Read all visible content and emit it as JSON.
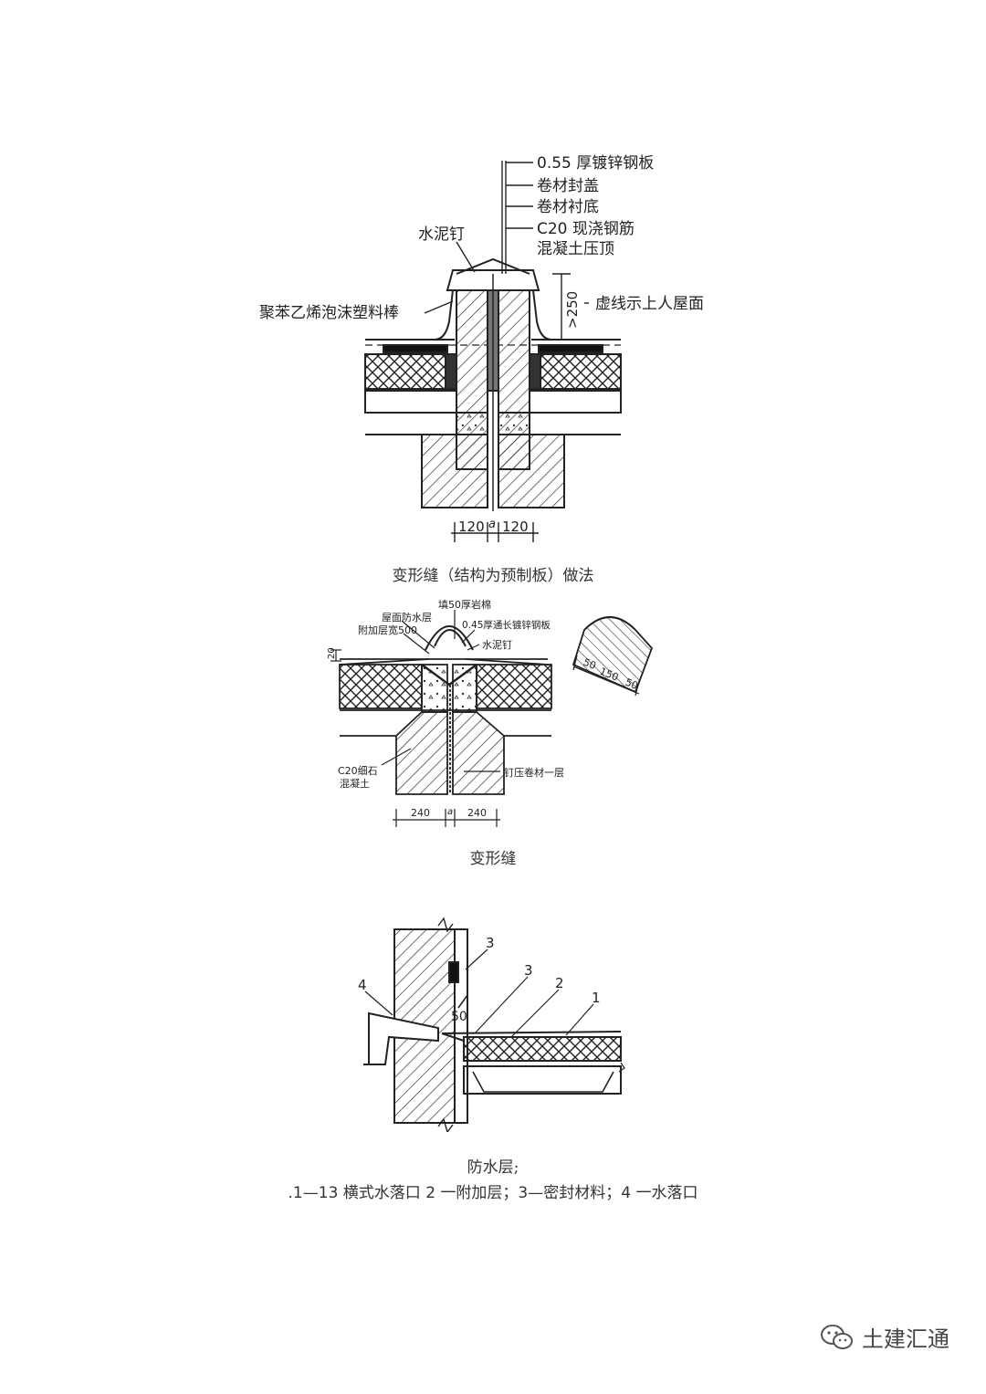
{
  "figure1": {
    "labels": {
      "steel_sheet": "0.55 厚镀锌钢板",
      "cover": "卷材封盖",
      "lining": "卷材衬底",
      "concrete_top_1": "C20 现浇钢筋",
      "concrete_top_2": "混凝土压顶",
      "cement_nail": "水泥钉",
      "foam_rod": "聚苯乙烯泡沫塑料棒",
      "height": ">250",
      "dashed_note": "虚线示上人屋面",
      "dim_left": "120",
      "dim_gap": "a",
      "dim_right": "120"
    },
    "caption": "变形缝（结构为预制板）做法"
  },
  "figure2": {
    "labels": {
      "roof_waterproof": "屋面防水层",
      "fill_rockwool": "填50厚岩棉",
      "extra_layer": "附加层宽500",
      "steel_sheet": "0.45厚通长镀锌钢板",
      "cement_nail": "水泥钉",
      "dim_20": "20",
      "c20_1": "C20细石",
      "c20_2": "混凝土",
      "nail_membrane": "钉压卷材一层",
      "dim_left": "240",
      "dim_gap": "a",
      "dim_right": "240",
      "detail_50a": "50",
      "detail_150": "150",
      "detail_50b": "50"
    },
    "caption": "变形缝"
  },
  "figure3": {
    "labels": {
      "n1": "1",
      "n2": "2",
      "n3a": "3",
      "n3b": "3",
      "n4": "4",
      "dim_50": "50"
    },
    "caption_1": "防水层;",
    "caption_2": ".1—13 横式水落口 2 一附加层；3—密封材料；4 一水落口"
  },
  "watermark": {
    "text": "土建汇通",
    "icon": "wechat-icon"
  }
}
